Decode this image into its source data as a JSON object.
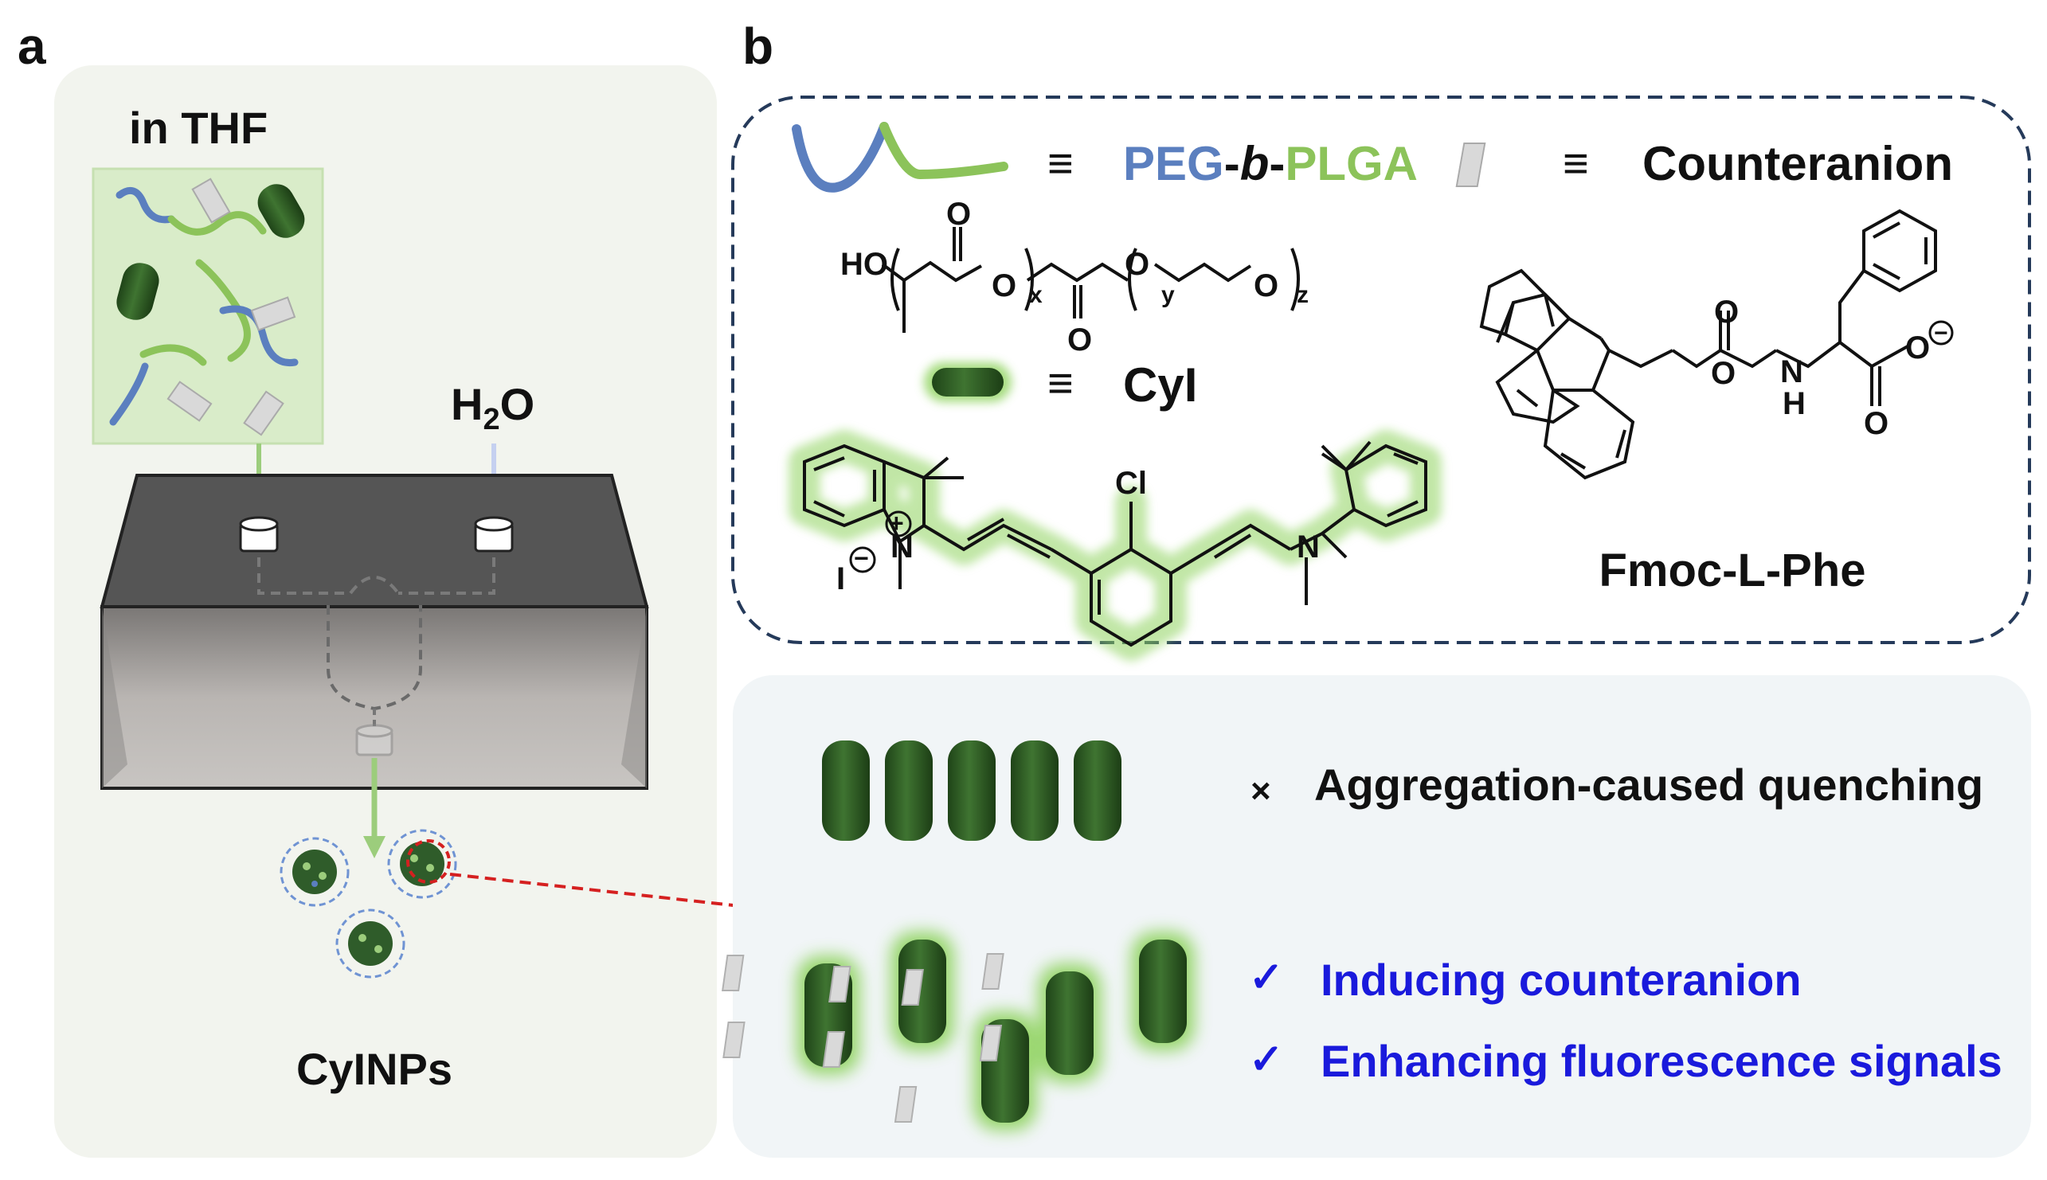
{
  "panels": {
    "a_label": "a",
    "b_label": "b"
  },
  "panel_a": {
    "solvent_label": "in THF",
    "water_label_main": "H",
    "water_label_sub": "2",
    "water_label_end": "O",
    "product_label": "CyINPs"
  },
  "legend": {
    "equiv_symbol": "≡",
    "polymer_part1": "PEG",
    "polymer_dash1": "-",
    "polymer_b": "b",
    "polymer_dash2": "-",
    "polymer_part2": "PLGA",
    "counteranion_label": "Counteranion",
    "dye_label": "CyI",
    "fmoc_label": "Fmoc-L-Phe"
  },
  "structures": {
    "plga_ho": "HO",
    "plga_o1": "O",
    "plga_o2": "O",
    "plga_o3": "O",
    "plga_o4": "O",
    "plga_o5": "O",
    "plga_x": "x",
    "plga_y": "y",
    "plga_z": "z",
    "cyi_cl": "Cl",
    "cyi_n1": "N",
    "cyi_n2": "N",
    "cyi_iodide": "I",
    "cyi_plus": "+",
    "cyi_minus": "−",
    "fmoc_o1": "O",
    "fmoc_o2": "O",
    "fmoc_o3": "O",
    "fmoc_o4": "O",
    "fmoc_n": "N",
    "fmoc_h": "H",
    "fmoc_minus": "−"
  },
  "mechanism": {
    "quench_mark": "×",
    "quench_text": "Aggregation-caused quenching",
    "check_mark": "✓",
    "counteranion_text": "Inducing counteranion",
    "fluorescence_text": "Enhancing fluorescence signals"
  },
  "colors": {
    "peg_blue": "#5b7fbf",
    "plga_green": "#8cc35a",
    "dye_dark": "#2c5a22",
    "glow": "#8fd35e",
    "device_top": "#555555",
    "device_front": "#b4b0ac",
    "text_blue": "#1a1adc",
    "panel_bg": "#f2f4ee",
    "panel_b_bottom_bg": "#f1f5f7"
  }
}
